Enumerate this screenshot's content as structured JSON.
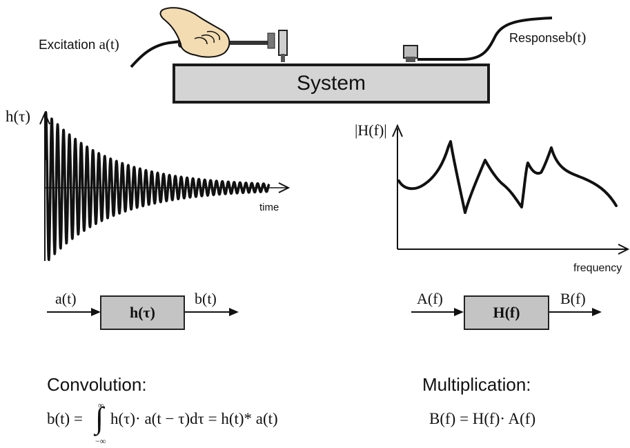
{
  "setup": {
    "system_label": "System",
    "excitation_word": "Excitation",
    "excitation_signal": "a(t)",
    "response_word": "Response",
    "response_signal": "b(t)"
  },
  "time_plot": {
    "ylabel": "h(τ)",
    "xlabel": "time"
  },
  "freq_plot": {
    "ylabel": "|H(f)|",
    "xlabel": "frequency"
  },
  "time_block": {
    "input": "a(t)",
    "label": "h(τ)",
    "output": "b(t)"
  },
  "freq_block": {
    "input": "A(f)",
    "label": "H(f)",
    "output": "B(f)"
  },
  "convolution": {
    "heading": "Convolution:",
    "lhs": "b(t) =",
    "upper_limit": "∞",
    "lower_limit": "−∞",
    "integrand": "h(τ)· a(t − τ)dτ = h(t)* a(t)"
  },
  "multiplication": {
    "heading": "Multiplication:",
    "equation": "B(f) = H(f)· A(f)"
  },
  "colors": {
    "line": "#111111",
    "block_fill": "#c4c4c4",
    "system_fill": "#d4d4d4"
  }
}
